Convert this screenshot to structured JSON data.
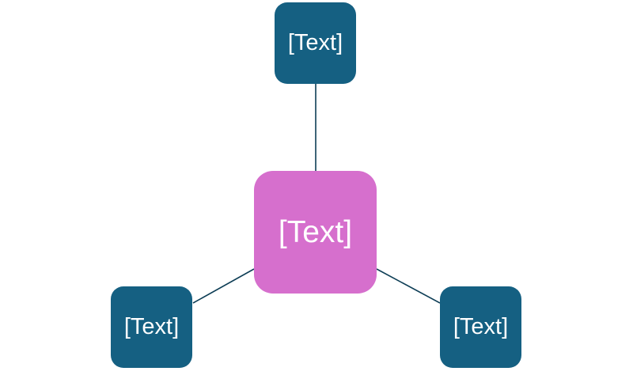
{
  "diagram": {
    "center": {
      "label": "[Text]",
      "color": "#d66fcd"
    },
    "satellites": [
      {
        "id": "top",
        "label": "[Text]",
        "color": "#156082"
      },
      {
        "id": "left",
        "label": "[Text]",
        "color": "#156082"
      },
      {
        "id": "right",
        "label": "[Text]",
        "color": "#156082"
      }
    ],
    "connector_color": "#0e3e56"
  }
}
